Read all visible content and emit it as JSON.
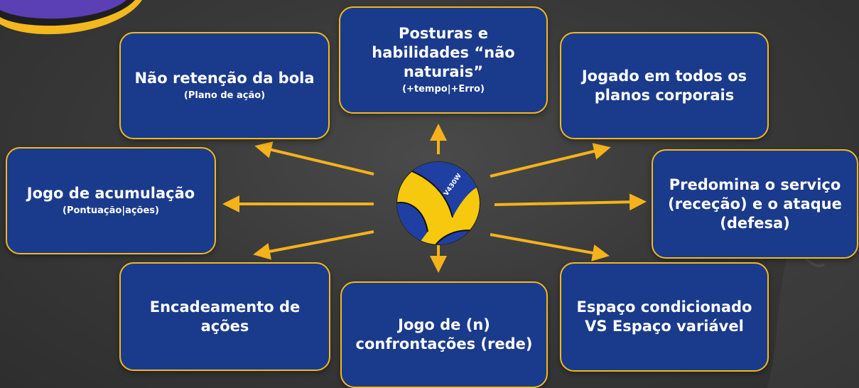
{
  "colors": {
    "card_fill": "#1a3a8c",
    "card_border": "#f2b81d",
    "arrow": "#f5b21b",
    "text": "#ffffff",
    "background": "#3a3a3a"
  },
  "center": {
    "icon": "volleyball-icon",
    "label": "V430W"
  },
  "cards": {
    "top_left": {
      "title": "Não retenção da bola",
      "subtitle": "(Plano de ação)"
    },
    "top_center": {
      "title": "Posturas e habilidades “não naturais”",
      "subtitle": "(+tempo|+Erro)"
    },
    "top_right": {
      "title": "Jogado em todos os planos corporais",
      "subtitle": ""
    },
    "mid_left": {
      "title": "Jogo de acumulação",
      "subtitle": "(Pontuação|ações)"
    },
    "mid_right": {
      "title": "Predomina o serviço (receção) e o ataque (defesa)",
      "subtitle": ""
    },
    "bottom_left": {
      "title": "Encadeamento de ações",
      "subtitle": ""
    },
    "bottom_center": {
      "title": "Jogo de (n) confrontações (rede)",
      "subtitle": ""
    },
    "bottom_right": {
      "title": "Espaço condicionado VS Espaço variável",
      "subtitle": ""
    }
  }
}
